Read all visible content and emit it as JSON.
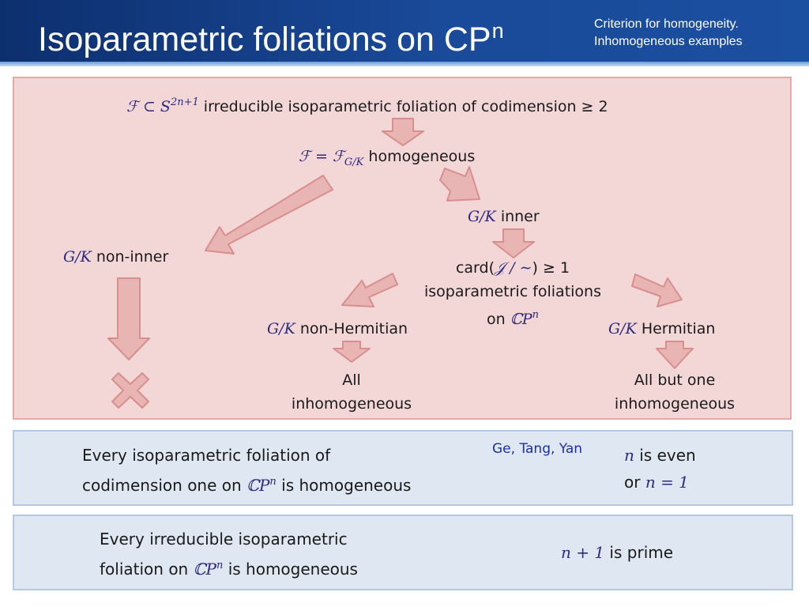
{
  "slide": {
    "title": "Isoparametric foliations on CP",
    "title_sup": "n",
    "subtitle_line1": "Criterion for homogeneity.",
    "subtitle_line2": "Inhomogeneous examples"
  },
  "diagram": {
    "top_math": "ℱ ⊂ S",
    "top_sup": "2n+1",
    "top_text": " irreducible isoparametric foliation of codimension ≥ 2",
    "homog_math": "ℱ = ℱ",
    "homog_sub": "G/K",
    "homog_text": " homogeneous",
    "inner_math": "G/K",
    "inner_text": " inner",
    "noninner_math": "G/K",
    "noninner_text": " non-inner",
    "card_text": "card(",
    "card_math": "𝒥 / ∼",
    "card_tail": ") ≥ 1",
    "iso_line": "isoparametric foliations",
    "on_text": "on ",
    "on_math": "ℂP",
    "on_sup": "n",
    "nonherm_math": "G/K",
    "nonherm_text": " non-Hermitian",
    "herm_math": "G/K",
    "herm_text": " Hermitian",
    "all_line1": "All",
    "all_line2": "inhomogeneous",
    "allbut_line1": "All but one",
    "allbut_line2": "inhomogeneous",
    "colors": {
      "panel_fill": "#f3d7d7",
      "panel_border": "#e7a8a8",
      "arrow_fill": "#e8b4b4",
      "arrow_stroke": "#d98e8e"
    }
  },
  "box1": {
    "line1": "Every isoparametric foliation of",
    "line2_a": "codimension one on ",
    "line2_math": "ℂP",
    "line2_sup": "n",
    "line2_b": " is homogeneous",
    "cite": "Ge, Tang, Yan",
    "r1_math": "n",
    "r1_text": " is even",
    "r2_text": "or ",
    "r2_math": "n = 1"
  },
  "box2": {
    "line1": "Every irreducible isoparametric",
    "line2_a": "foliation on ",
    "line2_math": "ℂP",
    "line2_sup": "n",
    "line2_b": " is homogeneous",
    "r_math": "n + 1",
    "r_text": " is prime"
  },
  "colors": {
    "header": "#0d2f6e",
    "blue_panel": "#dfe7f2",
    "double_arrow": "#4f7fc1"
  }
}
